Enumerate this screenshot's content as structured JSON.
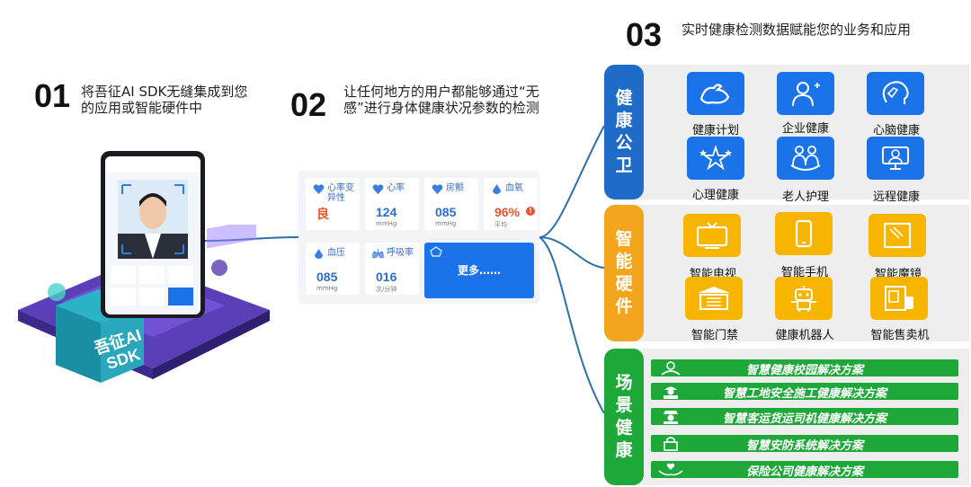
{
  "steps": [
    {
      "num": "01",
      "text": "将吾征AI SDK无缝集成到您的应用或智能硬件中"
    },
    {
      "num": "02",
      "text": "让任何地方的用户都能够通过“无感”进行身体健康状况参数的检测"
    },
    {
      "num": "03",
      "text": "实时健康检测数据赋能您的业务和应用"
    }
  ],
  "cube_label": "吾征AI SDK",
  "metrics": [
    {
      "label": "心率变异性",
      "value": "良",
      "unit": "",
      "value_color": "#e8542c"
    },
    {
      "label": "心率",
      "value": "124",
      "unit": "mmHg",
      "value_color": "#2a6fd4"
    },
    {
      "label": "房颤",
      "value": "085",
      "unit": "mmHg",
      "value_color": "#2a6fd4"
    },
    {
      "label": "血氧",
      "value": "96%",
      "unit": "平均",
      "value_color": "#e8542c"
    },
    {
      "label": "血压",
      "value": "085",
      "unit": "mmHg",
      "value_color": "#2a6fd4"
    },
    {
      "label": "呼吸率",
      "value": "016",
      "unit": "次/分钟",
      "value_color": "#2a6fd4"
    }
  ],
  "more_label": "更多……",
  "sections": [
    {
      "title": "健康公卫",
      "color": "#1e6cc8",
      "tile_color": "#1a73e8",
      "items": [
        {
          "label": "健康计划",
          "icon": "muscle-arm-icon"
        },
        {
          "label": "企业健康",
          "icon": "business-person-icon"
        },
        {
          "label": "心脑健康",
          "icon": "heart-brain-icon"
        },
        {
          "label": "心理健康",
          "icon": "stars-icon"
        },
        {
          "label": "老人护理",
          "icon": "elderly-care-icon"
        },
        {
          "label": "远程健康",
          "icon": "remote-doctor-icon"
        }
      ]
    },
    {
      "title": "智能硬件",
      "color": "#f4a51e",
      "tile_color": "#f7b500",
      "items": [
        {
          "label": "智能电视",
          "icon": "tv-icon"
        },
        {
          "label": "智能手机",
          "icon": "phone-icon"
        },
        {
          "label": "智能魔镜",
          "icon": "mirror-icon"
        },
        {
          "label": "智能门禁",
          "icon": "gate-icon"
        },
        {
          "label": "健康机器人",
          "icon": "robot-icon"
        },
        {
          "label": "智能售卖机",
          "icon": "vending-icon"
        }
      ]
    },
    {
      "title": "场景健康",
      "color": "#1ea83a",
      "items": [
        {
          "label": "智慧健康校园解决方案",
          "icon": "student-icon"
        },
        {
          "label": "智慧工地安全施工健康解决方案",
          "icon": "worker-icon"
        },
        {
          "label": "智慧客运货运司机健康解决方案",
          "icon": "driver-icon"
        },
        {
          "label": "智慧安防系统解决方案",
          "icon": "lock-icon"
        },
        {
          "label": "保险公司健康解决方案",
          "icon": "hands-heart-icon"
        }
      ]
    }
  ]
}
